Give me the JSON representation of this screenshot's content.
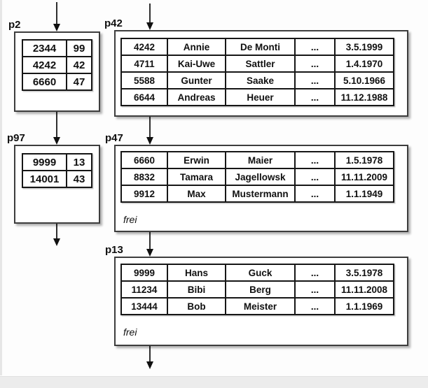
{
  "diagram": {
    "kind": "database index and data pages with overflow chains",
    "free_label": "frei"
  },
  "colors": {
    "box_border": "#3d3d3d",
    "cell_border": "#161616",
    "arrow": "#101010",
    "page_background": "#ffffff",
    "canvas_background": "#fdfdfd",
    "footer_band": "#ececec"
  },
  "pages": {
    "p2": {
      "label": "p2",
      "type": "index-page",
      "rows": [
        [
          "2344",
          "99"
        ],
        [
          "4242",
          "42"
        ],
        [
          "6660",
          "47"
        ]
      ]
    },
    "p97": {
      "label": "p97",
      "type": "index-page",
      "rows": [
        [
          "9999",
          "13"
        ],
        [
          "14001",
          "43"
        ]
      ]
    },
    "p42": {
      "label": "p42",
      "type": "data-page",
      "rows": [
        [
          "4242",
          "Annie",
          "De Monti",
          "...",
          "3.5.1999"
        ],
        [
          "4711",
          "Kai-Uwe",
          "Sattler",
          "...",
          "1.4.1970"
        ],
        [
          "5588",
          "Gunter",
          "Saake",
          "...",
          "5.10.1966"
        ],
        [
          "6644",
          "Andreas",
          "Heuer",
          "...",
          "11.12.1988"
        ]
      ]
    },
    "p47": {
      "label": "p47",
      "type": "data-page",
      "free_label": "frei",
      "rows": [
        [
          "6660",
          "Erwin",
          "Maier",
          "...",
          "1.5.1978"
        ],
        [
          "8832",
          "Tamara",
          "Jagellowsk",
          "...",
          "11.11.2009"
        ],
        [
          "9912",
          "Max",
          "Mustermann",
          "...",
          "1.1.1949"
        ]
      ]
    },
    "p13": {
      "label": "p13",
      "type": "data-page",
      "free_label": "frei",
      "rows": [
        [
          "9999",
          "Hans",
          "Guck",
          "...",
          "3.5.1978"
        ],
        [
          "11234",
          "Bibi",
          "Berg",
          "...",
          "11.11.2008"
        ],
        [
          "13444",
          "Bob",
          "Meister",
          "...",
          "1.1.1969"
        ]
      ]
    }
  }
}
